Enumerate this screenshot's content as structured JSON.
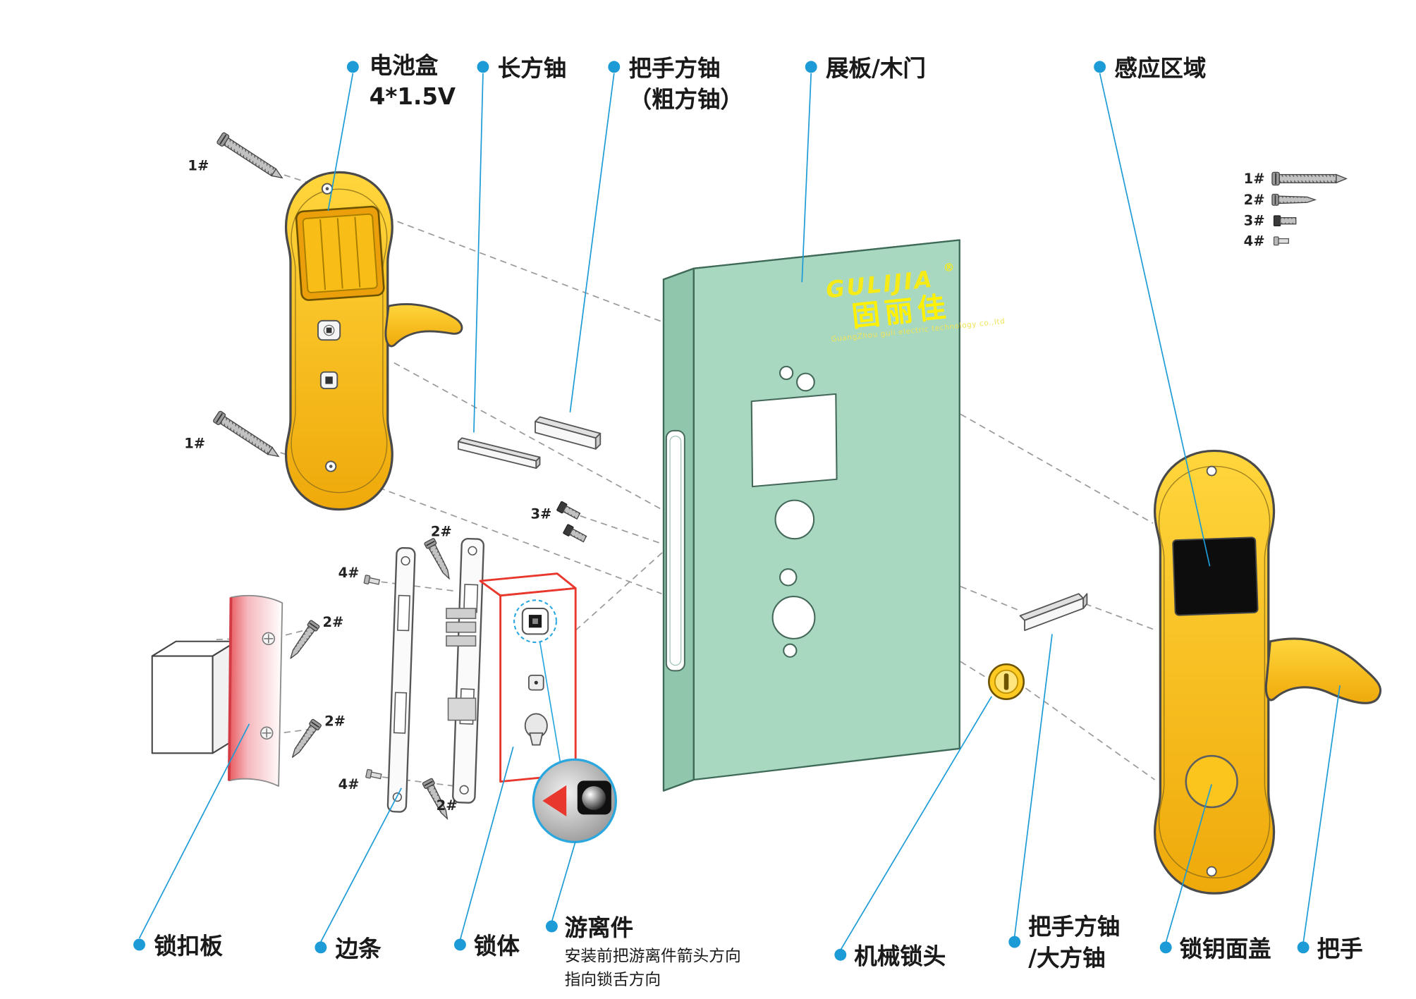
{
  "callouts": {
    "battery": {
      "line1": "电池盒",
      "line2": "4*1.5V"
    },
    "long_shaft": {
      "line1": "长方铀"
    },
    "handle_shaft": {
      "line1": "把手方铀",
      "line2": "（粗方铀）"
    },
    "door": {
      "line1": "展板/木门"
    },
    "sensor": {
      "line1": "感应区域"
    },
    "strike_plate": {
      "line1": "锁扣板"
    },
    "edge_strip": {
      "line1": "边条"
    },
    "lock_body": {
      "line1": "锁体"
    },
    "free_part": {
      "line1": "游离件",
      "note1": "安装前把游离件箭头方向",
      "note2": "指向锁舌方向"
    },
    "mech_cylinder": {
      "line1": "机械锁头"
    },
    "big_shaft": {
      "line1": "把手方铀",
      "line2": "/大方铀"
    },
    "key_cover": {
      "line1": "锁钥面盖"
    },
    "handle": {
      "line1": "把手"
    }
  },
  "screw_marks": {
    "s1": "1#",
    "s2": "2#",
    "s3": "3#",
    "s4": "4#"
  },
  "brand": {
    "en": "GULIJIA",
    "reg": "®",
    "cn": "固丽佳",
    "sub": "GuangZhou guli electric technology co.,ltd"
  },
  "colors": {
    "accent_blue": "#1C9BD6",
    "gold": "#F5B90E",
    "door_green": "#A9D8C0",
    "lockbody_red": "#E8372C"
  }
}
